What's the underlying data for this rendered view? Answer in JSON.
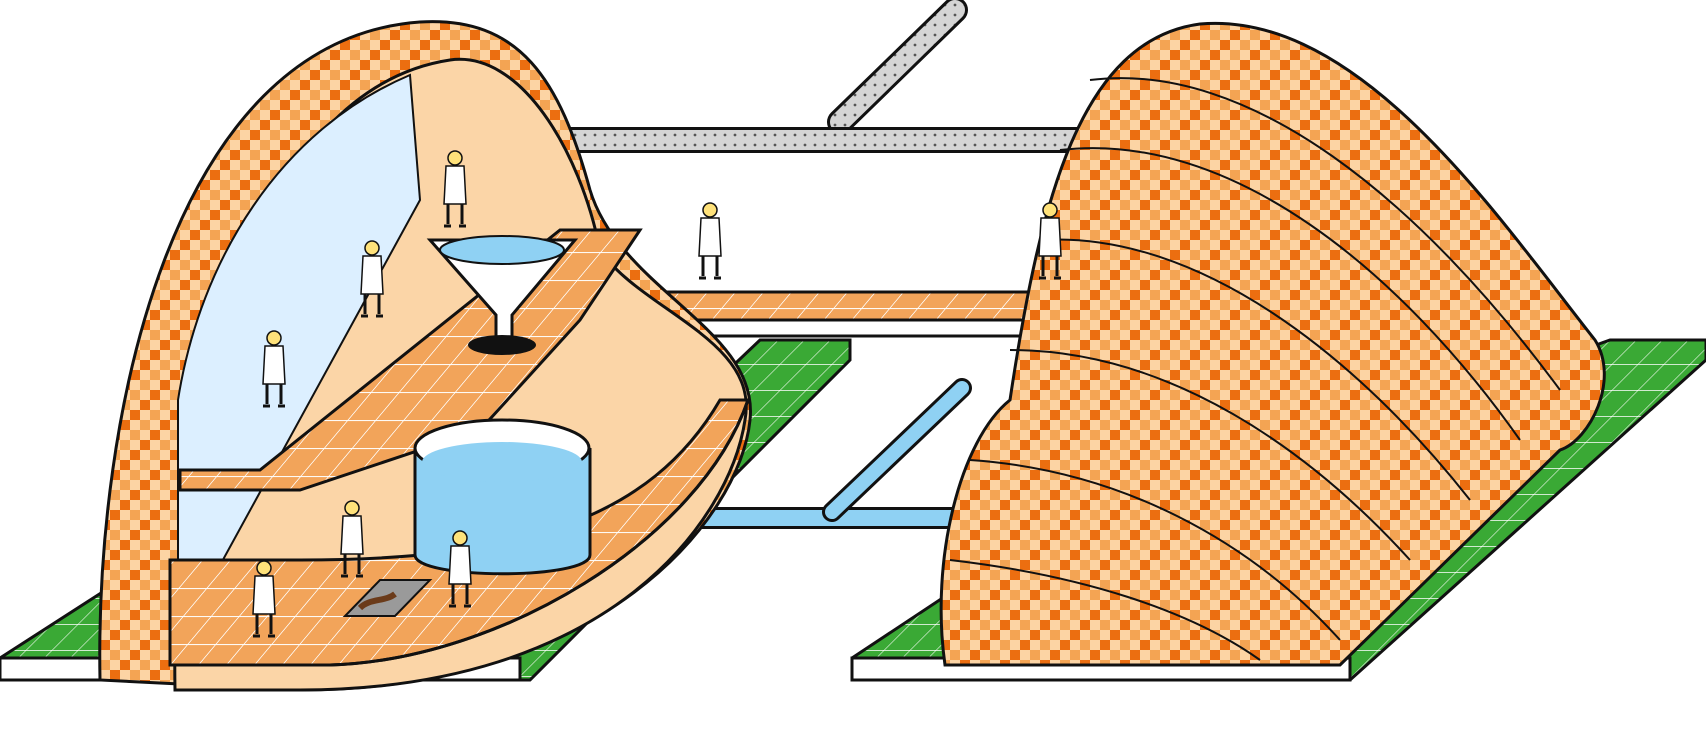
{
  "palette": {
    "outline": "#111111",
    "dome_light": "#fcd4a4",
    "dome_mid": "#f4a453",
    "dome_dark": "#ec6e10",
    "floor": "#f2a45a",
    "grass": "#3aa935",
    "water": "#8fd1f3",
    "interior": "#fbd5a7",
    "pipe": "#d5d5d5",
    "glass": "#dcefff"
  },
  "icons": [
    "left-dome",
    "right-dome",
    "walkway-bridge",
    "water-tank",
    "funnel",
    "grey-pipe",
    "water-pipe",
    "scientist-figure"
  ]
}
